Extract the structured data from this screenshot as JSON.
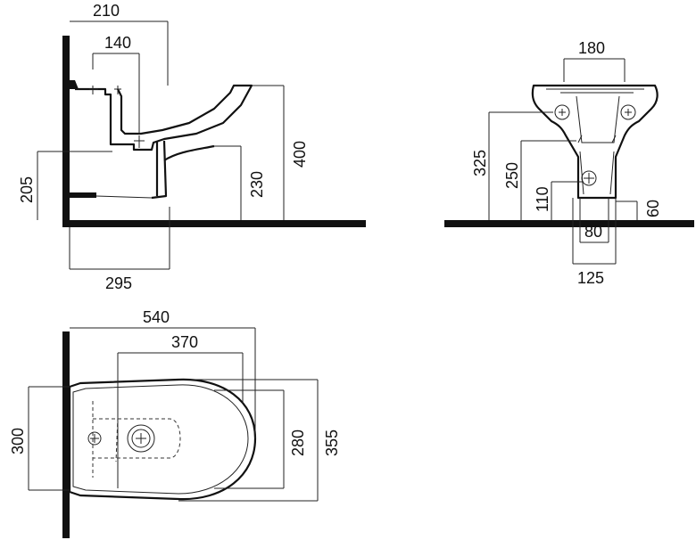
{
  "side_view": {
    "dim_210": "210",
    "dim_140": "140",
    "dim_205": "205",
    "dim_230": "230",
    "dim_400": "400",
    "dim_295": "295"
  },
  "front_view": {
    "dim_180": "180",
    "dim_325": "325",
    "dim_250": "250",
    "dim_110": "110",
    "dim_60": "60",
    "dim_80": "80",
    "dim_125": "125"
  },
  "top_view": {
    "dim_540": "540",
    "dim_370": "370",
    "dim_300": "300",
    "dim_280": "280",
    "dim_355": "355"
  }
}
